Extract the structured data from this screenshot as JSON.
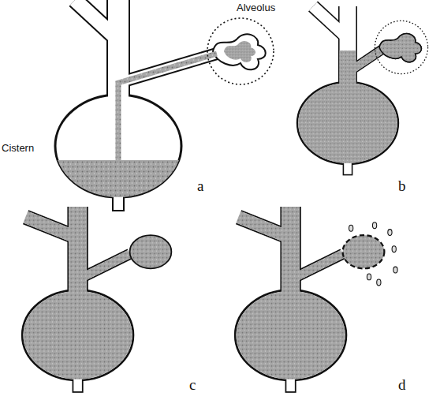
{
  "diagram": {
    "labels": [
      "Alveolus",
      "Cistern",
      "a",
      "b",
      "c",
      "d"
    ]
  }
}
